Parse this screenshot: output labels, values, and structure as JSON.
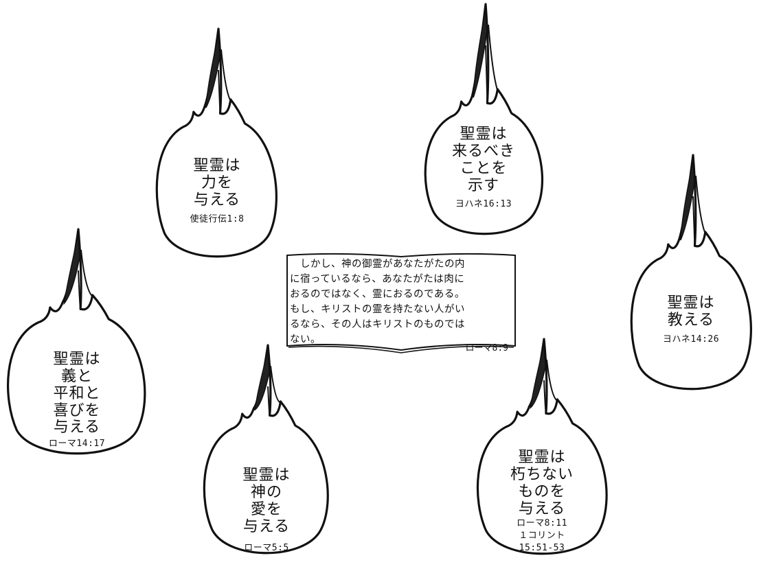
{
  "flames": [
    {
      "id": "power",
      "lines": [
        "聖霊は",
        "力を",
        "与える"
      ],
      "ref": [
        "使徒行伝1:8"
      ]
    },
    {
      "id": "future",
      "lines": [
        "聖霊は",
        "来るべき",
        "ことを",
        "示す"
      ],
      "ref": [
        "ヨハネ16:13"
      ]
    },
    {
      "id": "teach",
      "lines": [
        "聖霊は",
        "教える"
      ],
      "ref": [
        "ヨハネ14:26"
      ]
    },
    {
      "id": "righteous",
      "lines": [
        "聖霊は",
        "義と",
        "平和と",
        "喜びを",
        "与える"
      ],
      "ref": [
        "ローマ14:17"
      ]
    },
    {
      "id": "love",
      "lines": [
        "聖霊は",
        "神の",
        "愛を",
        "与える"
      ],
      "ref": [
        "ローマ5:5"
      ]
    },
    {
      "id": "incorrupt",
      "lines": [
        "聖霊は",
        "朽ちない",
        "ものを",
        "与える"
      ],
      "ref": [
        "ローマ8:11",
        "１コリント",
        "15:51-53"
      ]
    }
  ],
  "scripture": {
    "lines": [
      "　しかし、神の御霊があなたがたの内",
      "に宿っているなら、あなたがたは肉に",
      "おるのではなく、霊におるのである。",
      "もし、キリストの霊を持たない人がい",
      "るなら、その人はキリストのものでは",
      "ない。"
    ],
    "ref": "ローマ8:9"
  }
}
